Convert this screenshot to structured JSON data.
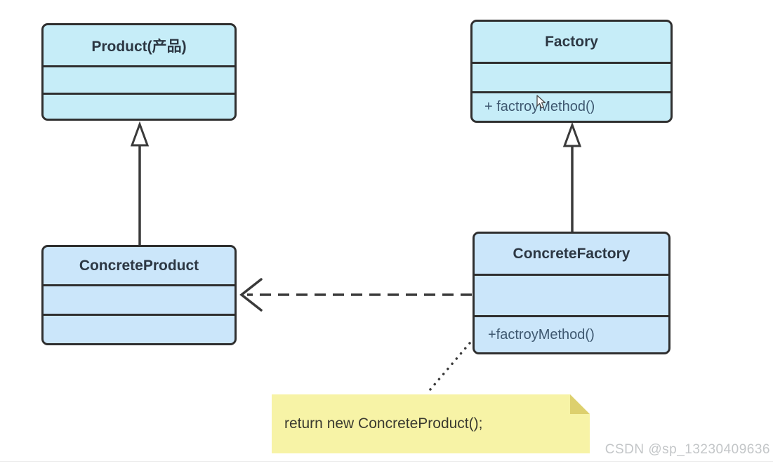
{
  "diagram": {
    "classes": {
      "product": {
        "title": "Product(产品)",
        "attributes": "",
        "methods": ""
      },
      "factory": {
        "title": "Factory",
        "attributes": "",
        "methods": "+ factroyMethod()"
      },
      "concrete_product": {
        "title": "ConcreteProduct",
        "attributes": "",
        "methods": ""
      },
      "concrete_factory": {
        "title": "ConcreteFactory",
        "attributes": "",
        "methods": "+factroyMethod()"
      }
    },
    "relations": [
      {
        "from": "ConcreteProduct",
        "to": "Product(产品)",
        "type": "inheritance"
      },
      {
        "from": "ConcreteFactory",
        "to": "Factory",
        "type": "inheritance"
      },
      {
        "from": "ConcreteFactory",
        "to": "ConcreteProduct",
        "type": "dashed-dependency"
      },
      {
        "from": "ConcreteFactory",
        "to": "note",
        "type": "dotted-note-anchor"
      }
    ],
    "note": {
      "text": "return new ConcreteProduct();"
    }
  },
  "watermark": "CSDN @sp_13230409636",
  "colors": {
    "box_fill_cyan": "#c6edf8",
    "box_fill_blue": "#cbe6fa",
    "box_border": "#2f2f2f",
    "title_text": "#2c3743",
    "method_text": "#3e5870",
    "arrow_stroke": "#3a3a3a",
    "note_fill": "#f7f3a6",
    "note_fold": "#ddd06e",
    "note_text": "#3a3a30",
    "watermark_text": "#c3c6c8"
  }
}
